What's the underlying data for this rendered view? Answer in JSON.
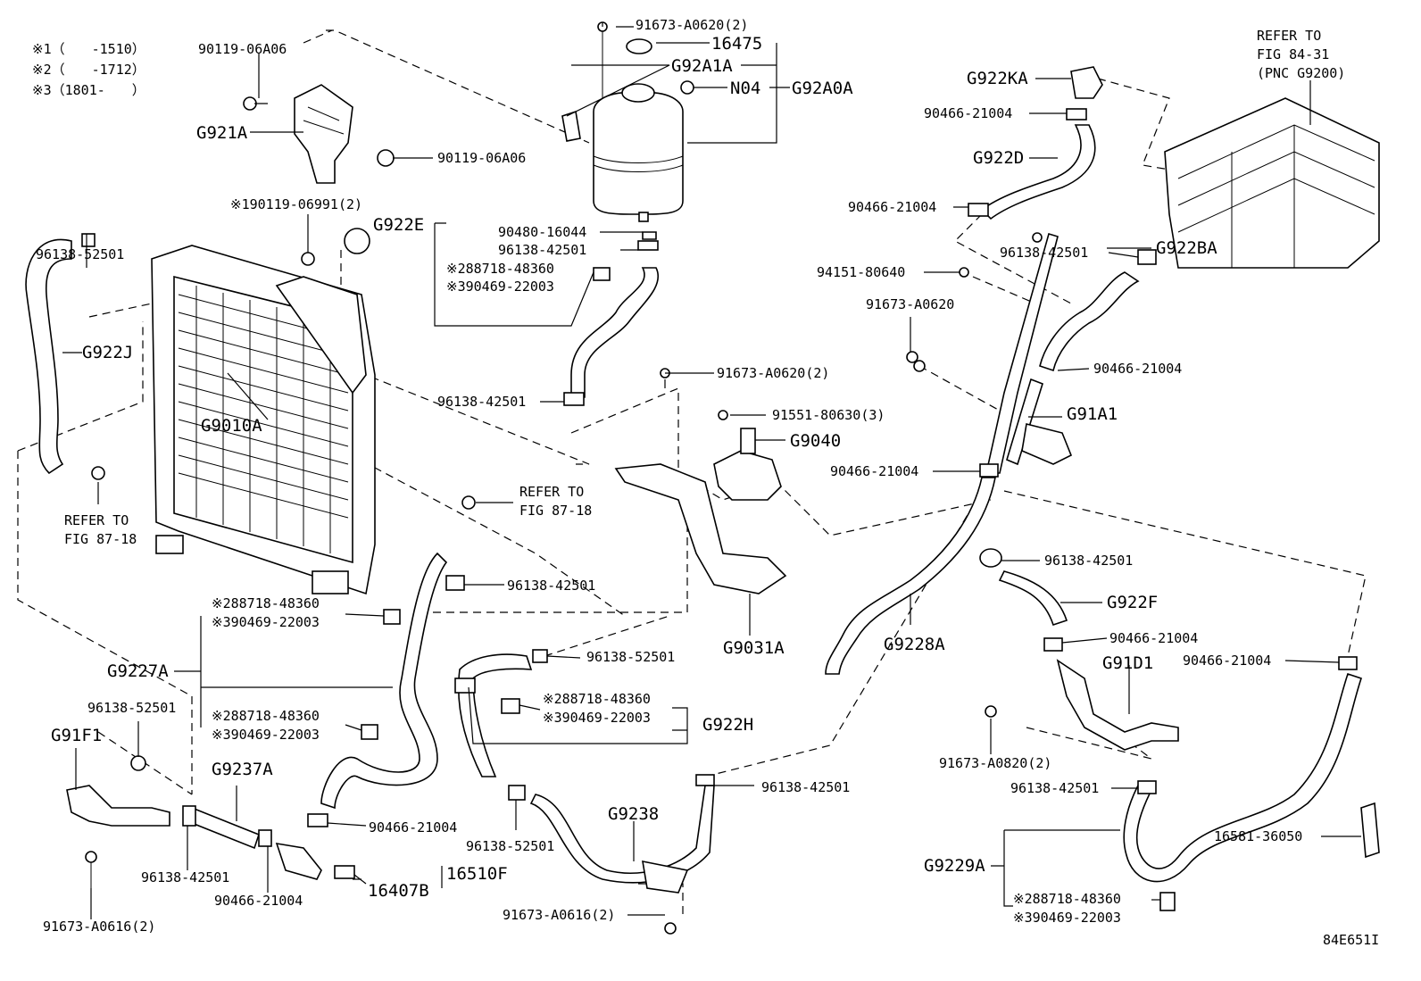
{
  "notes": [
    "※1（　　-1510）",
    "※2（　　-1712）",
    "※3（1801-　　）"
  ],
  "diagram_code": "84E651I",
  "labels": {
    "l01": "90119-06A06",
    "l02": "G921A",
    "l03": "90119-06A06",
    "l04": "※190119-06991(2)",
    "l05": "96138-52501",
    "l06": "G922J",
    "l07": "G9010A",
    "l08": "REFER TO",
    "l08b": "FIG 87-18",
    "l09": "REFER TO",
    "l09b": "FIG 87-18",
    "l10": "91673-A0620(2)",
    "l11": "16475",
    "l12": "G92A1A",
    "l13": "N04",
    "l14": "G92A0A",
    "l15": "90480-16044",
    "l16": "96138-42501",
    "l17": "※288718-48360",
    "l18": "※390469-22003",
    "l19": "G922E",
    "l20": "96138-42501",
    "l21": "91673-A0620(2)",
    "l22": "91551-80630(3)",
    "l23": "G9040",
    "l24": "96138-42501",
    "l25": "G9031A",
    "l26": "※288718-48360",
    "l27": "※390469-22003",
    "l28": "G9227A",
    "l29": "※288718-48360",
    "l30": "※390469-22003",
    "l31": "96138-52501",
    "l32": "※288718-48360",
    "l33": "※390469-22003",
    "l34": "G922H",
    "l35": "96138-52501",
    "l36": "G91F1",
    "l37": "G9237A",
    "l38": "90466-21004",
    "l39": "96138-42501",
    "l40": "90466-21004",
    "l41": "16407B",
    "l42": "16510F",
    "l43": "91673-A0616(2)",
    "l44": "96138-52501",
    "l45": "G9238",
    "l46": "96138-42501",
    "l47": "91673-A0616(2)",
    "l48": "G922KA",
    "l49": "90466-21004",
    "l50": "G922D",
    "l51": "90466-21004",
    "l52": "REFER TO",
    "l52b": "FIG 84-31",
    "l52c": "(PNC G9200)",
    "l53": "96138-42501",
    "l54": "94151-80640",
    "l55": "91673-A0620",
    "l56": "G922BA",
    "l57": "90466-21004",
    "l58": "G91A1",
    "l59": "90466-21004",
    "l60": "96138-42501",
    "l61": "G922F",
    "l62": "G9228A",
    "l63": "90466-21004",
    "l64": "G91D1",
    "l65": "90466-21004",
    "l66": "91673-A0820(2)",
    "l67": "96138-42501",
    "l68": "16581-36050",
    "l69": "G9229A",
    "l70": "※288718-48360",
    "l71": "※390469-22003"
  }
}
